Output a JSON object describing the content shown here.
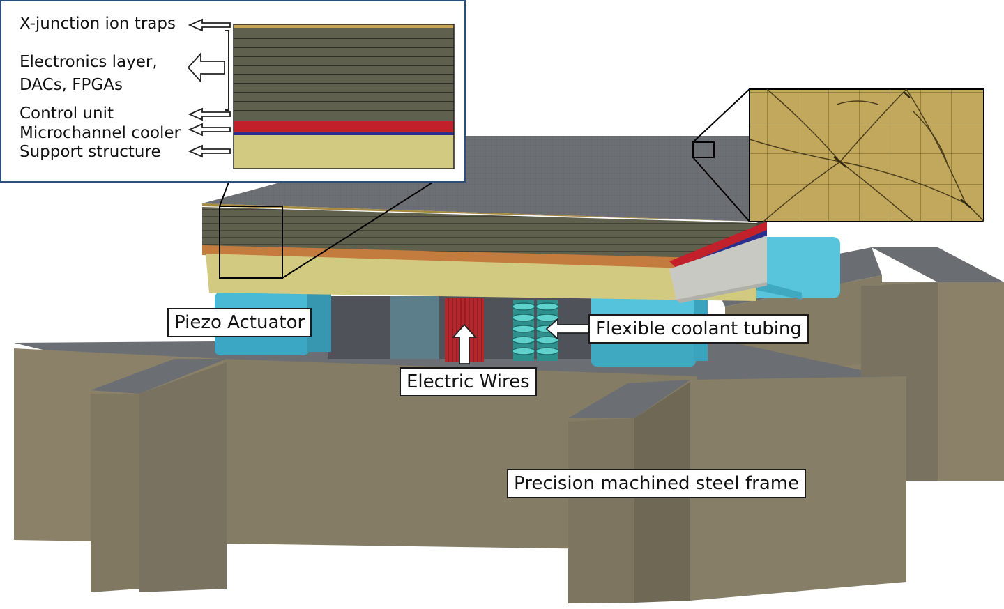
{
  "inset_labels": {
    "ion_traps": "X-junction ion traps",
    "electronics_1": "Electronics layer,",
    "electronics_2": "DACs, FPGAs",
    "control_unit": "Control unit",
    "cooler": "Microchannel cooler",
    "support": "Support structure"
  },
  "callouts": {
    "piezo": "Piezo Actuator",
    "coolant": "Flexible coolant tubing",
    "wires": "Electric Wires",
    "frame": "Precision machined steel frame"
  },
  "colors": {
    "frame": "#7d7560",
    "frame_top": "#6a6d72",
    "stack": "#5e5e4c",
    "support": "#d2c97e",
    "cooler_red": "#c2212b",
    "cooler_blue": "#2a2f8f",
    "piezo": "#5fc8df",
    "wires": "#b3272d",
    "chip": "#c2a85c"
  }
}
